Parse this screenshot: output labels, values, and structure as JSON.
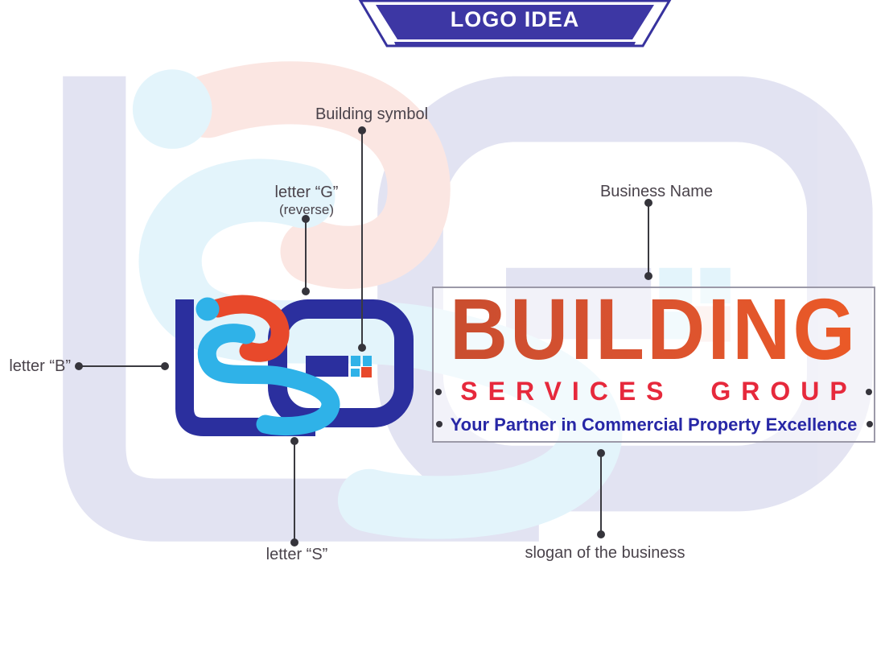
{
  "banner": {
    "title": "LOGO IDEA"
  },
  "annotations": {
    "building_symbol": {
      "label": "Building symbol"
    },
    "letter_g": {
      "label": "letter “G”",
      "sublabel": "(reverse)"
    },
    "business_name": {
      "label": "Business Name"
    },
    "letter_b": {
      "label": "letter “B”"
    },
    "letter_s": {
      "label": "letter “S”"
    },
    "slogan": {
      "label": "slogan of the business"
    }
  },
  "logo": {
    "name": "BUILDING",
    "subname": "SERVICES GROUP",
    "slogan": "Your Partner in Commercial Property Excellence",
    "monogram_letters": "B S G",
    "icons": [
      "bsg-monogram-icon",
      "building-windows-icon"
    ],
    "colors": {
      "mark_dark_blue": "#2b2f9e",
      "mark_light_blue": "#2fb2e8",
      "mark_orange_red": "#e8492b",
      "name_orange_start": "#c84d2f",
      "name_orange_end": "#ec5a26",
      "subname_red": "#e6293c",
      "slogan_blue": "#2727a6",
      "banner_blue": "#3d37a4",
      "annotation_gray": "#4a434b",
      "watermark_opacity": "0.13"
    }
  }
}
